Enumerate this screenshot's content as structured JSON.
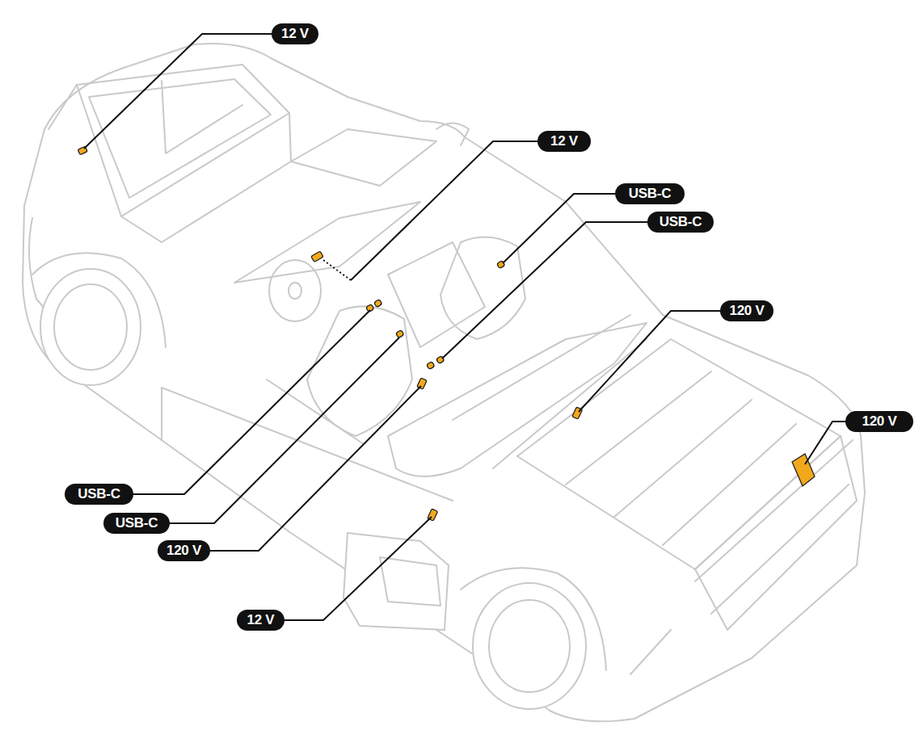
{
  "diagram": {
    "nodes": [
      {
        "text": [
          "12 V"
        ]
      },
      {
        "text": [
          "12 V"
        ]
      },
      {
        "text": [
          "USB-C"
        ]
      },
      {
        "text": [
          "USB-C"
        ]
      },
      {
        "text": [
          "120 V"
        ]
      },
      {
        "text": [
          "120 V"
        ]
      },
      {
        "text": [
          "USB-C"
        ]
      },
      {
        "text": [
          "USB-C"
        ]
      },
      {
        "text": [
          "120 V"
        ]
      },
      {
        "text": [
          "12 V"
        ]
      }
    ]
  }
}
